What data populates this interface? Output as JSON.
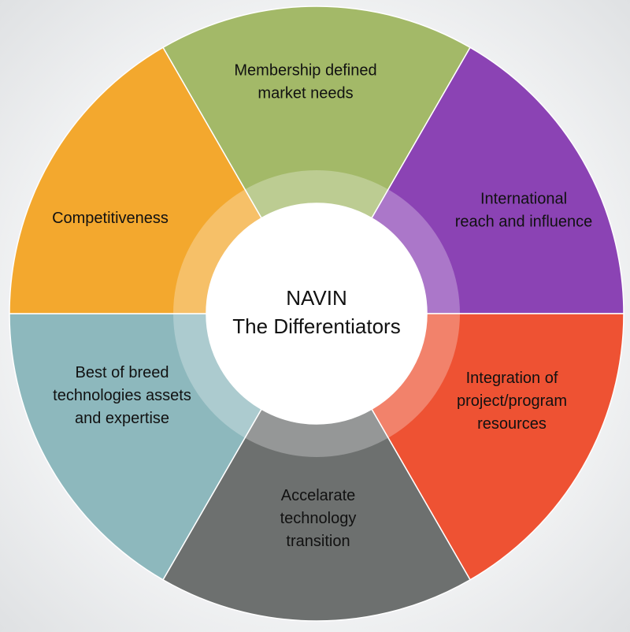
{
  "diagram": {
    "center": {
      "title_line1": "NAVIN",
      "title_line2": "The Differentiators"
    },
    "segments": [
      {
        "id": "membership",
        "lines": [
          "Membership defined",
          "market needs"
        ],
        "color": "#a3b968"
      },
      {
        "id": "international",
        "lines": [
          "International",
          "reach and influence"
        ],
        "color": "#8b43b4"
      },
      {
        "id": "integration",
        "lines": [
          "Integration of",
          "project/program",
          "resources"
        ],
        "color": "#ee5233"
      },
      {
        "id": "accelarate",
        "lines": [
          "Accelarate",
          "technology",
          "transition"
        ],
        "color": "#6d706f"
      },
      {
        "id": "best-of-breed",
        "lines": [
          "Best of breed",
          "technologies assets",
          "and expertise"
        ],
        "color": "#8db8bd"
      },
      {
        "id": "competitiveness",
        "lines": [
          "Competitiveness"
        ],
        "color": "#f3a82e"
      }
    ]
  }
}
